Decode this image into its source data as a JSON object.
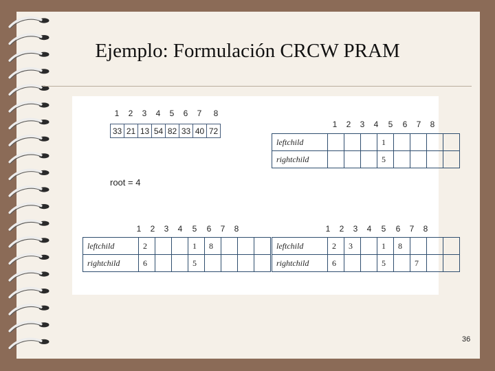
{
  "slide": {
    "title": "Ejemplo: Formulación CRCW PRAM",
    "page_number": "36"
  },
  "figure": {
    "index_labels": [
      "1",
      "2",
      "3",
      "4",
      "5",
      "6",
      "7",
      "8"
    ],
    "array_values": [
      "33",
      "21",
      "13",
      "54",
      "82",
      "33",
      "40",
      "72"
    ],
    "root_text": "root = 4",
    "row_labels": {
      "left": "leftchild",
      "right": "rightchild"
    },
    "tables": [
      {
        "left": [
          "",
          "",
          "",
          "1",
          "",
          "",
          "",
          ""
        ],
        "right": [
          "",
          "",
          "",
          "5",
          "",
          "",
          "",
          ""
        ]
      },
      {
        "left": [
          "2",
          "",
          "",
          "1",
          "8",
          "",
          "",
          ""
        ],
        "right": [
          "6",
          "",
          "",
          "5",
          "",
          "",
          "",
          ""
        ]
      },
      {
        "left": [
          "2",
          "3",
          "",
          "1",
          "8",
          "",
          "",
          ""
        ],
        "right": [
          "6",
          "",
          "",
          "5",
          "",
          "7",
          "",
          ""
        ]
      }
    ]
  }
}
